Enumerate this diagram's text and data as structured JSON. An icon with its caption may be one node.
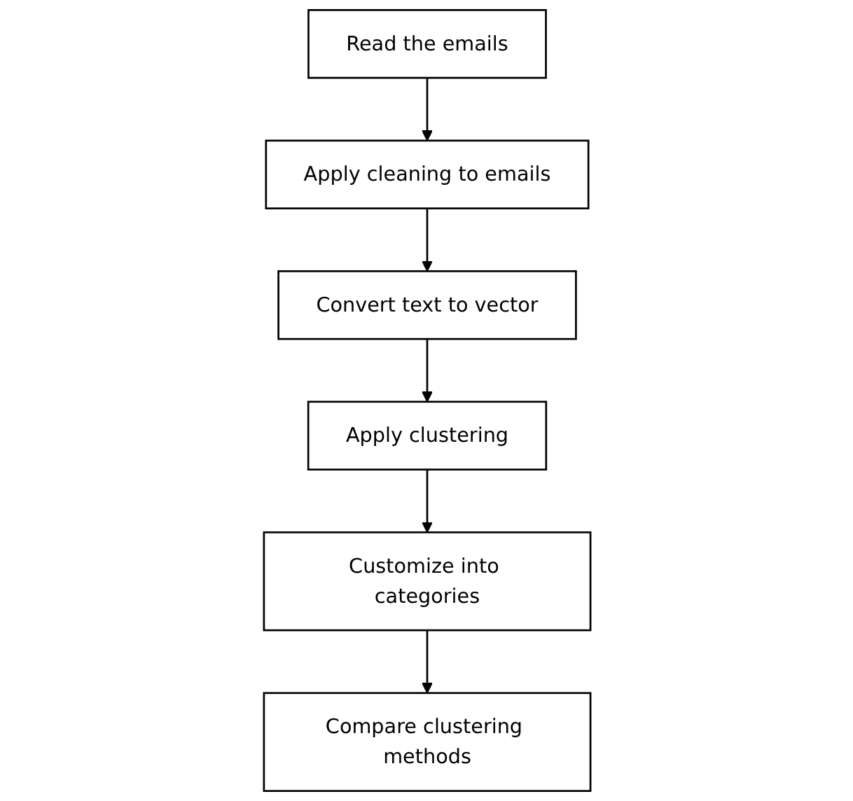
{
  "diagram": {
    "nodes": [
      {
        "text": [
          "Read the emails"
        ]
      },
      {
        "text": [
          "Apply cleaning to emails"
        ]
      },
      {
        "text": [
          "Convert text to vector"
        ]
      },
      {
        "text": [
          "Apply clustering"
        ]
      },
      {
        "text": [
          "Customize into categories"
        ]
      },
      {
        "text": [
          "Compare clustering methods"
        ]
      }
    ],
    "edges": [
      {
        "from": 0,
        "to": 1,
        "arrow": "to"
      },
      {
        "from": 1,
        "to": 2,
        "arrow": "to"
      },
      {
        "from": 2,
        "to": 3,
        "arrow": "to"
      },
      {
        "from": 3,
        "to": 4,
        "arrow": "to"
      },
      {
        "from": 4,
        "to": 5,
        "arrow": "to"
      }
    ]
  }
}
